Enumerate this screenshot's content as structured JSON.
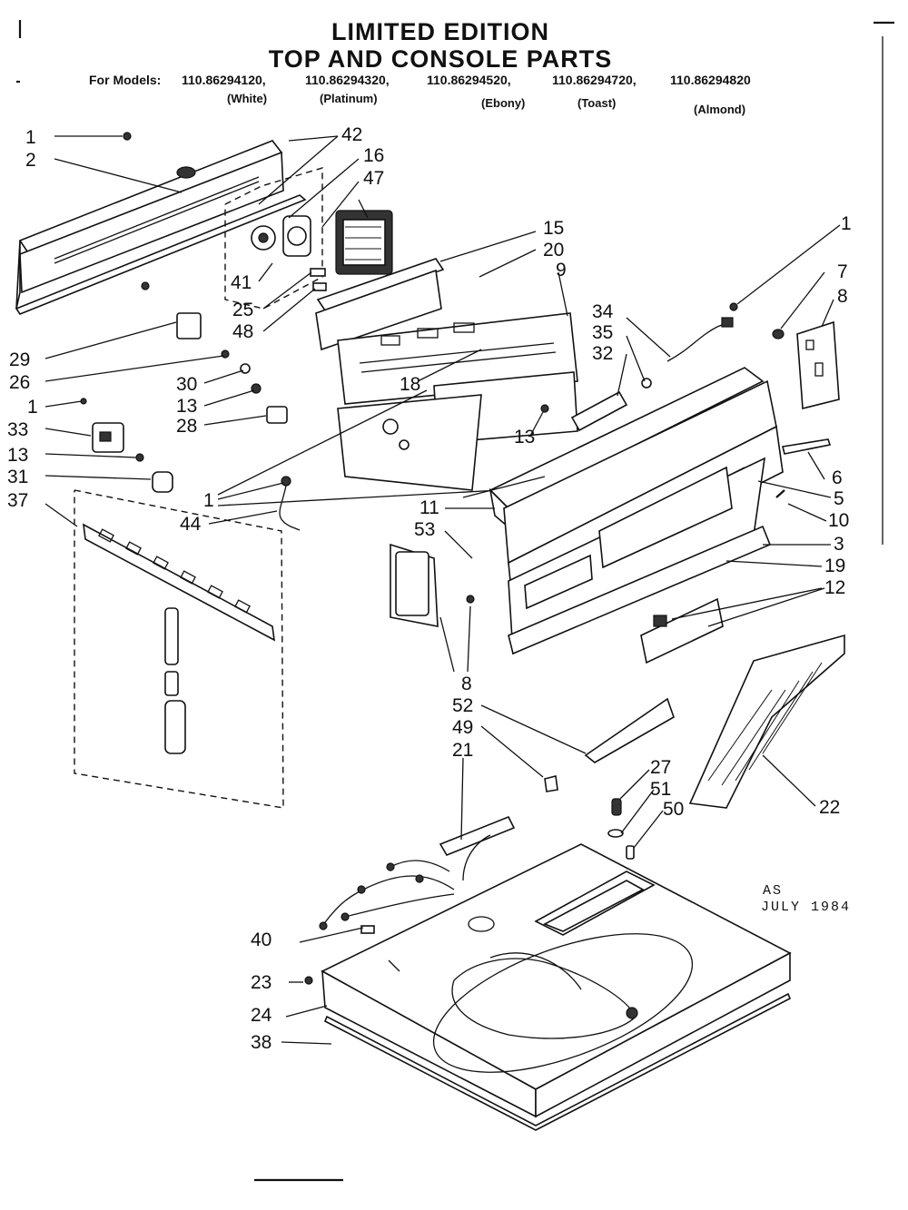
{
  "title": {
    "line1": "LIMITED EDITION",
    "line2": "TOP AND CONSOLE PARTS"
  },
  "models": {
    "prefix": "For Models:",
    "list": [
      {
        "number": "110.86294120,",
        "color": "(White)"
      },
      {
        "number": "110.86294320,",
        "color": "(Platinum)"
      },
      {
        "number": "110.86294520,",
        "color": "(Ebony)"
      },
      {
        "number": "110.86294720,",
        "color": "(Toast)"
      },
      {
        "number": "110.86294820",
        "color": "(Almond)"
      }
    ]
  },
  "stamp": {
    "line1": "AS",
    "line2": "JULY 1984"
  },
  "callouts": [
    "1",
    "2",
    "42",
    "16",
    "47",
    "41",
    "25",
    "48",
    "29",
    "26",
    "30",
    "13",
    "28",
    "1",
    "33",
    "13",
    "31",
    "37",
    "1",
    "44",
    "15",
    "20",
    "9",
    "18",
    "13",
    "34",
    "35",
    "32",
    "1",
    "7",
    "8",
    "6",
    "5",
    "10",
    "3",
    "19",
    "12",
    "11",
    "53",
    "8",
    "52",
    "49",
    "21",
    "27",
    "51",
    "50",
    "22",
    "40",
    "23",
    "24",
    "38"
  ]
}
